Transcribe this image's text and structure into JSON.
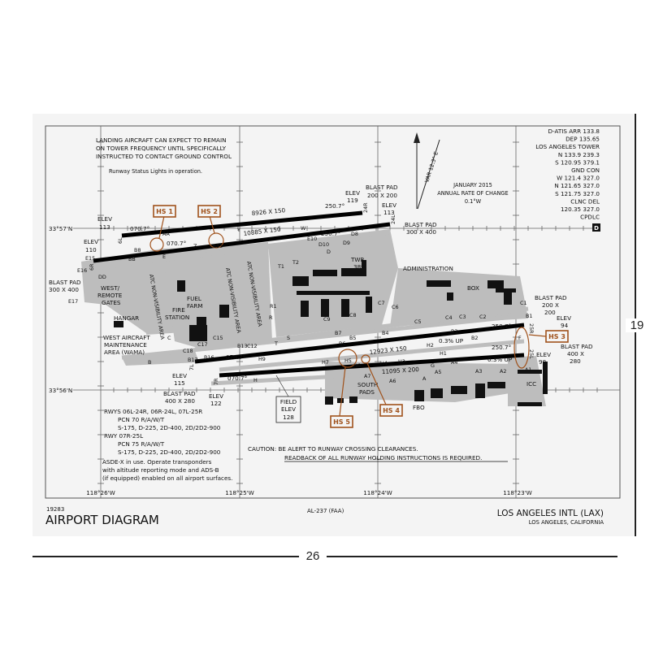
{
  "dimensions": {
    "height_label": "19",
    "width_label": "26"
  },
  "notes": {
    "tower_note": [
      "LANDING AIRCRAFT CAN EXPECT TO REMAIN",
      "ON TOWER FREQUENCY UNTIL SPECIFICALLY",
      "INSTRUCTED TO CONTACT GROUND CONTROL"
    ],
    "rwsl": "Runway Status Lights in operation.",
    "pcn": [
      "RWYS 06L-24R, 06R-24L, 07L-25R",
      "PCN  70 R/A/W/T",
      "S-175, D-225, 2D-400, 2D/2D2-900",
      "RWY 07R-25L",
      "PCN  75 R/A/W/T",
      "S-175, D-225, 2D-400, 2D/2D2-900"
    ],
    "asde": [
      "ASDE-X in use. Operate transponders",
      "with altitude reporting mode and ADS-B",
      "(if equipped) enabled on all airport surfaces."
    ],
    "caution": [
      "CAUTION: BE ALERT TO RUNWAY CROSSING CLEARANCES.",
      "READBACK OF ALL RUNWAY HOLDING INSTRUCTIONS IS REQUIRED."
    ]
  },
  "frequencies": [
    "D-ATIS ARR 133.8",
    "DEP 135.65",
    "LOS ANGELES TOWER",
    "N 133.9 239.3",
    "S 120.95 379.1",
    "GND CON",
    "W 121.4 327.0",
    "N 121.65 327.0",
    "S 121.75 327.0",
    "CLNC DEL",
    "120.35 327.0",
    "CPDLC"
  ],
  "d_badge": "D",
  "variation": {
    "label": "VAR 12.3° E",
    "date": "JANUARY 2015",
    "rate_label": "ANNUAL RATE OF CHANGE",
    "rate": "0.1°W"
  },
  "coordinates": {
    "lat": [
      "33°57'N",
      "33°56'N"
    ],
    "lon": [
      "118°26'W",
      "118°25'W",
      "118°24'W",
      "118°23'W"
    ]
  },
  "footer": {
    "number": "19283",
    "title": "AIRPORT DIAGRAM",
    "code": "AL-237 (FAA)",
    "airport": "LOS ANGELES INTL (LAX)",
    "city": "LOS ANGELES, CALIFORNIA"
  },
  "runways": [
    {
      "ends": [
        "6L",
        "24R"
      ],
      "size": "8926 X 150",
      "hdg": [
        "070.7°",
        "250.7°"
      ]
    },
    {
      "ends": [
        "6R",
        "24L"
      ],
      "size": "10885 X 150",
      "hdg": [
        "070.7°",
        "250.7°"
      ]
    },
    {
      "ends": [
        "7L",
        "25R"
      ],
      "size": "12923 X 150",
      "hdg": [
        "070.7°",
        "250.7°"
      ],
      "slope": "0.3% UP"
    },
    {
      "ends": [
        "7R",
        "25L"
      ],
      "size": "11095 X 200",
      "hdg": [
        "070.7°",
        "250.7°"
      ],
      "slope": "0.3% UP"
    }
  ],
  "labels": {
    "elev113a": [
      "ELEV",
      "113"
    ],
    "elev110": [
      "ELEV",
      "110"
    ],
    "elev119": [
      "ELEV",
      "119"
    ],
    "elev113b": [
      "ELEV",
      "113"
    ],
    "elev94": [
      "ELEV",
      "94"
    ],
    "elev98": [
      "ELEV",
      "98"
    ],
    "elev115": [
      "ELEV",
      "115"
    ],
    "elev122": [
      "ELEV",
      "122"
    ],
    "bp_w": [
      "BLAST PAD",
      "300 X 400"
    ],
    "bp_ne1": [
      "BLAST PAD",
      "200 X 200"
    ],
    "bp_ne2": [
      "BLAST PAD",
      "300 X 400"
    ],
    "bp_e1": [
      "BLAST PAD",
      "200 X",
      "200"
    ],
    "bp_e2": [
      "BLAST PAD",
      "400 X",
      "280"
    ],
    "bp_sw": [
      "BLAST PAD",
      "400 X 280"
    ],
    "field_elev": [
      "FIELD",
      "ELEV",
      "128"
    ],
    "west_gates": [
      "WEST/",
      "REMOTE",
      "GATES"
    ],
    "hangar": "HANGAR",
    "wama": [
      "WEST AIRCRAFT",
      "MAINTENANCE",
      "AREA (WAMA)"
    ],
    "fuel": [
      "FUEL",
      "FARM"
    ],
    "fire": [
      "FIRE",
      "STATION"
    ],
    "admin": "ADMINISTRATION",
    "box": "BOX",
    "twr": [
      "TWR",
      "389"
    ],
    "south_pads": [
      "SOUTH",
      "PADS"
    ],
    "fbo": "FBO",
    "icc": "ICC",
    "atc_area": "ATC NON-VISIBILITY AREA"
  },
  "hot_spots": [
    "HS 1",
    "HS 2",
    "HS 3",
    "HS 4",
    "HS 5"
  ],
  "taxiways": [
    "AA",
    "B8",
    "BB",
    "E",
    "Z",
    "E13",
    "Y",
    "W",
    "E10",
    "D10",
    "D9",
    "D8",
    "D",
    "E17",
    "E16",
    "E15",
    "DD",
    "C",
    "B",
    "C18",
    "C17",
    "C15",
    "B17",
    "B16",
    "C12",
    "B13",
    "T",
    "S",
    "H",
    "H9",
    "H7",
    "H5",
    "H6",
    "H4",
    "H3",
    "H2",
    "H1",
    "G",
    "A",
    "A7",
    "A6",
    "A5",
    "A4",
    "A3",
    "A2",
    "A1",
    "C9",
    "C8",
    "C7",
    "C6",
    "C5",
    "C4",
    "C3",
    "C2",
    "C1",
    "B1",
    "B2",
    "B3",
    "B4",
    "B5",
    "B6",
    "B7",
    "F",
    "R",
    "R1",
    "T1",
    "T2"
  ],
  "colors": {
    "hot_spot": "#a0521c",
    "paved": "#bdbdbd",
    "building": "#111111",
    "paper": "#f4f4f4"
  }
}
